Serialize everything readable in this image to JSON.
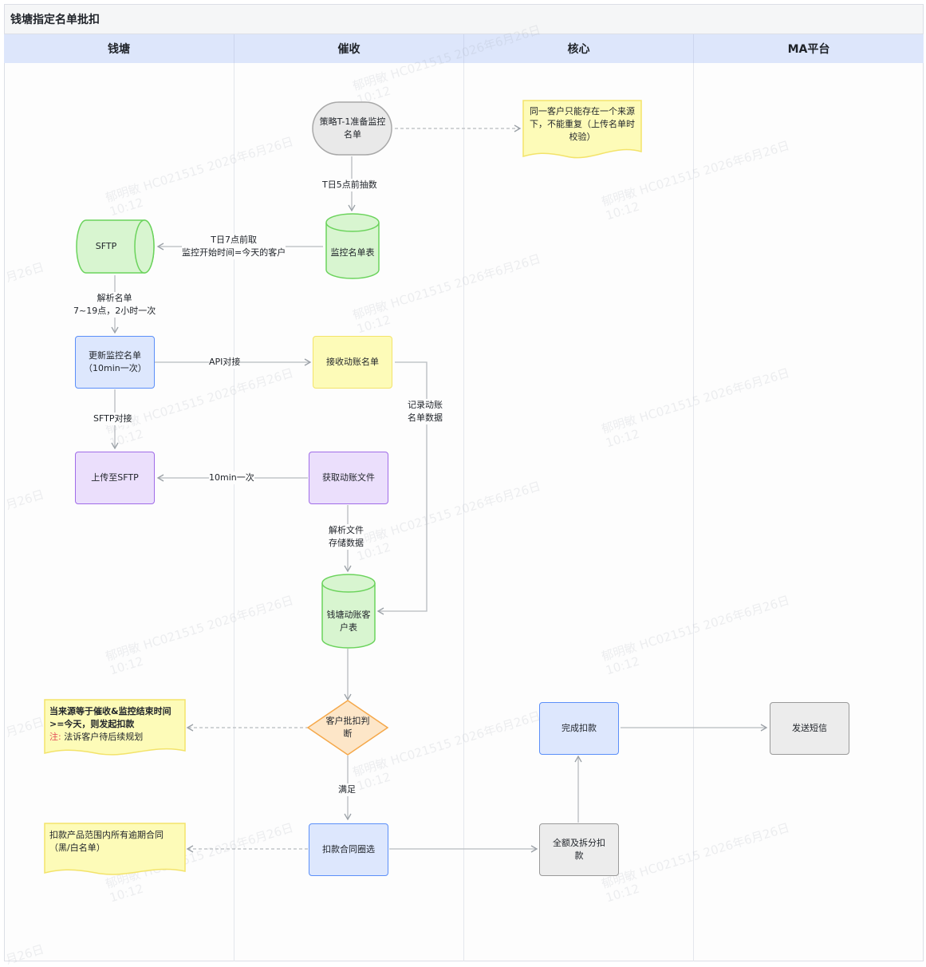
{
  "page": {
    "title": "钱塘指定名单批扣"
  },
  "lanes": [
    "钱塘",
    "催收",
    "核心",
    "MA平台"
  ],
  "watermark": {
    "line1": "郁明敏 HC021515 2026年6月26日",
    "line2": "10:12",
    "fragment": "月26日"
  },
  "nodes": {
    "strategy": "策略T-1准备监控名单",
    "monitor_table": "监控名单表",
    "sftp_db": "SFTP",
    "update_list": "更新监控名单（10min一次）",
    "receive_list": "接收动账名单",
    "upload_sftp": "上传至SFTP",
    "get_file": "获取动账文件",
    "customer_table": "钱塘动账客户表",
    "decision": "客户批扣判断",
    "select_contract": "扣款合同圈选",
    "full_split": "全额及拆分扣款",
    "complete": "完成扣款",
    "send_sms": "发送短信"
  },
  "edge_labels": {
    "t5": "T日5点前抽数",
    "t7_line1": "T日7点前取",
    "t7_line2": "监控开始时间=今天的客户",
    "parse_line1": "解析名单",
    "parse_line2": "7~19点，2小时一次",
    "api": "API对接",
    "sftp_link": "SFTP对接",
    "record_line1": "记录动账",
    "record_line2": "名单数据",
    "ten_min": "10min一次",
    "parse_file_line1": "解析文件",
    "parse_file_line2": "存储数据",
    "satisfy": "满足"
  },
  "notes": {
    "unique": "同一客户只能存在一个来源下，不能重复（上传名单时校验）",
    "rule_line1": "当来源等于催收&监控结束时间",
    "rule_line2": ">=今天，则发起扣款",
    "rule_note_prefix": "注:",
    "rule_note_text": "法诉客户待后续规划",
    "scope": "扣款产品范围内所有逾期合同（黑/白名单）"
  },
  "colors": {
    "lane_header": "#dde6fb",
    "blue_fill": "#dde7fd",
    "blue_border": "#5b8ff9",
    "yellow_fill": "#fdfbb8",
    "purple_fill": "#ebdffc",
    "purple_border": "#a06ce8",
    "green_fill": "#d8f5d0",
    "green_border": "#6bd35c",
    "orange_fill": "#fde6c8",
    "orange_border": "#f5a84a",
    "gray_fill": "#ececec",
    "note_red": "#e34d59"
  }
}
